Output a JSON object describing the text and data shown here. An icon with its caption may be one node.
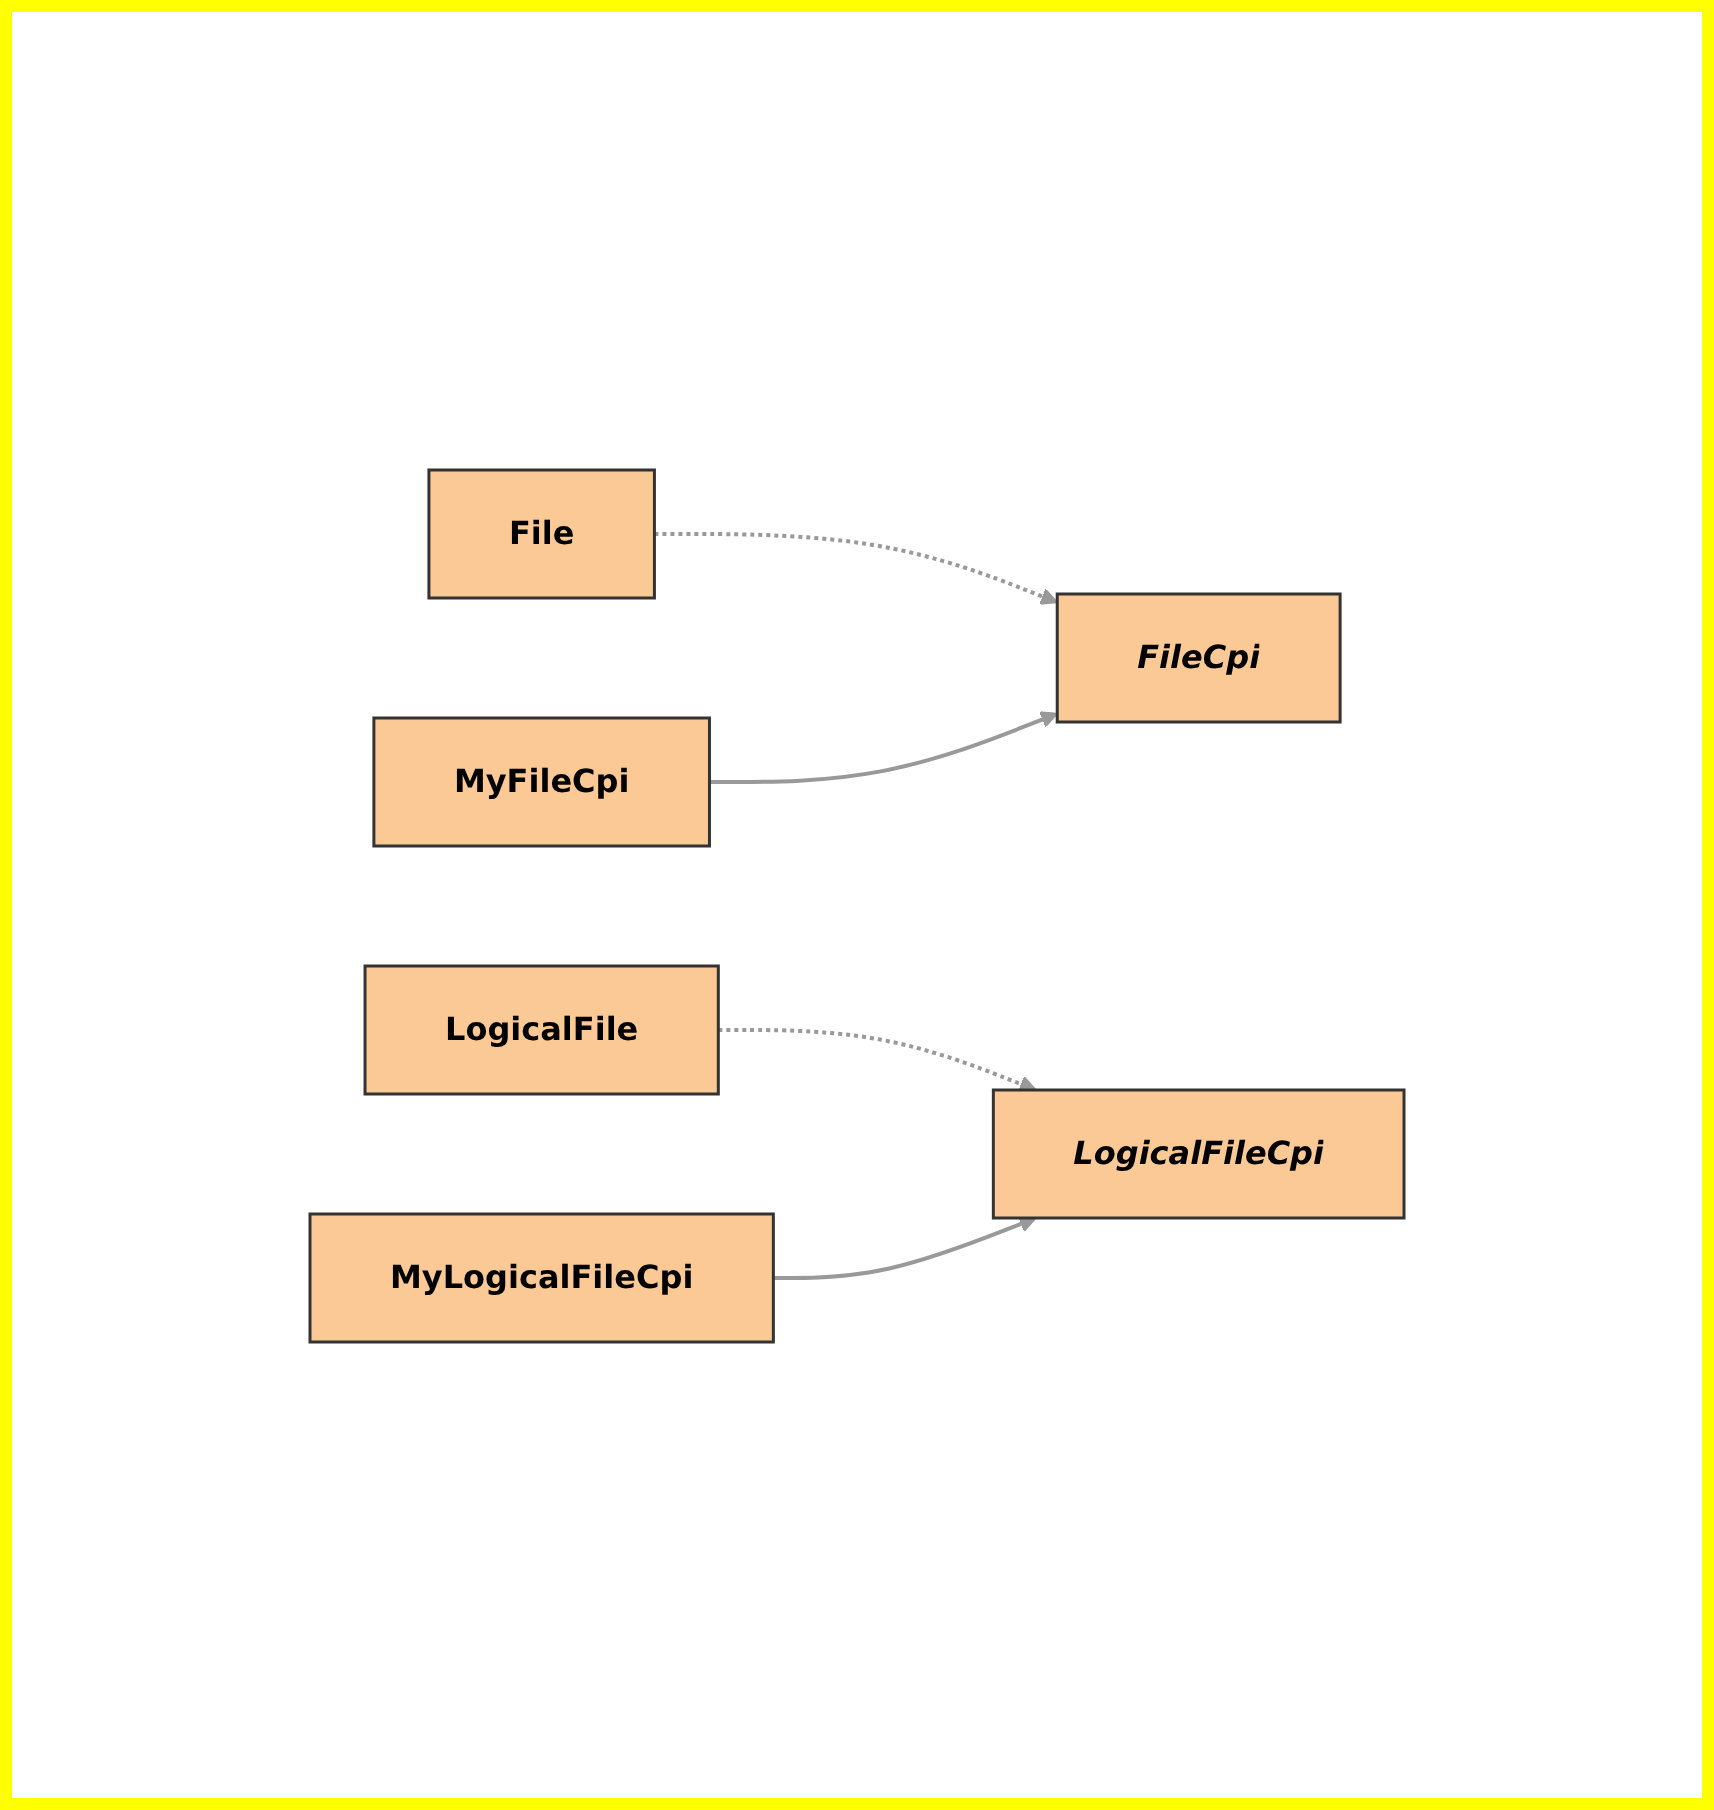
{
  "diagram": {
    "nodes": [
      {
        "text": [
          "File"
        ]
      },
      {
        "text": [
          "FileCpi"
        ]
      },
      {
        "text": [
          "MyFileCpi"
        ]
      },
      {
        "text": [
          "LogicalFile"
        ]
      },
      {
        "text": [
          "LogicalFileCpi"
        ]
      },
      {
        "text": [
          "MyLogicalFileCpi"
        ]
      }
    ],
    "edges": [
      {
        "from": 0,
        "to": 1,
        "arrow": "to",
        "style": "dashed"
      },
      {
        "from": 2,
        "to": 1,
        "arrow": "to"
      },
      {
        "from": 3,
        "to": 4,
        "arrow": "to",
        "style": "dashed"
      },
      {
        "from": 5,
        "to": 4,
        "arrow": "to"
      }
    ]
  }
}
